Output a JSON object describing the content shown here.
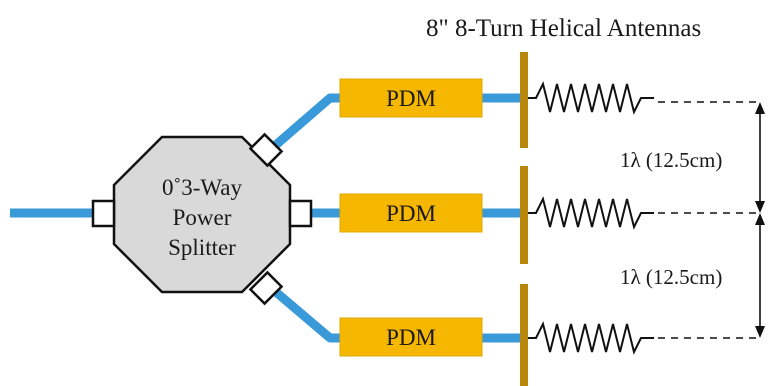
{
  "title": "8\" 8-Turn Helical Antennas",
  "splitter": {
    "line1": "0˚3-Way",
    "line2": "Power",
    "line3": "Splitter"
  },
  "amplifiers": [
    {
      "label": "PDM"
    },
    {
      "label": "PDM"
    },
    {
      "label": "PDM"
    }
  ],
  "spacings": [
    {
      "label": "1λ (12.5cm)"
    },
    {
      "label": "1λ (12.5cm)"
    }
  ],
  "colors": {
    "cable": "#3a9ad9",
    "pdm_fill": "#f5b700",
    "splitter_fill": "#d9d9d9",
    "ground_plane": "#b8860b"
  }
}
